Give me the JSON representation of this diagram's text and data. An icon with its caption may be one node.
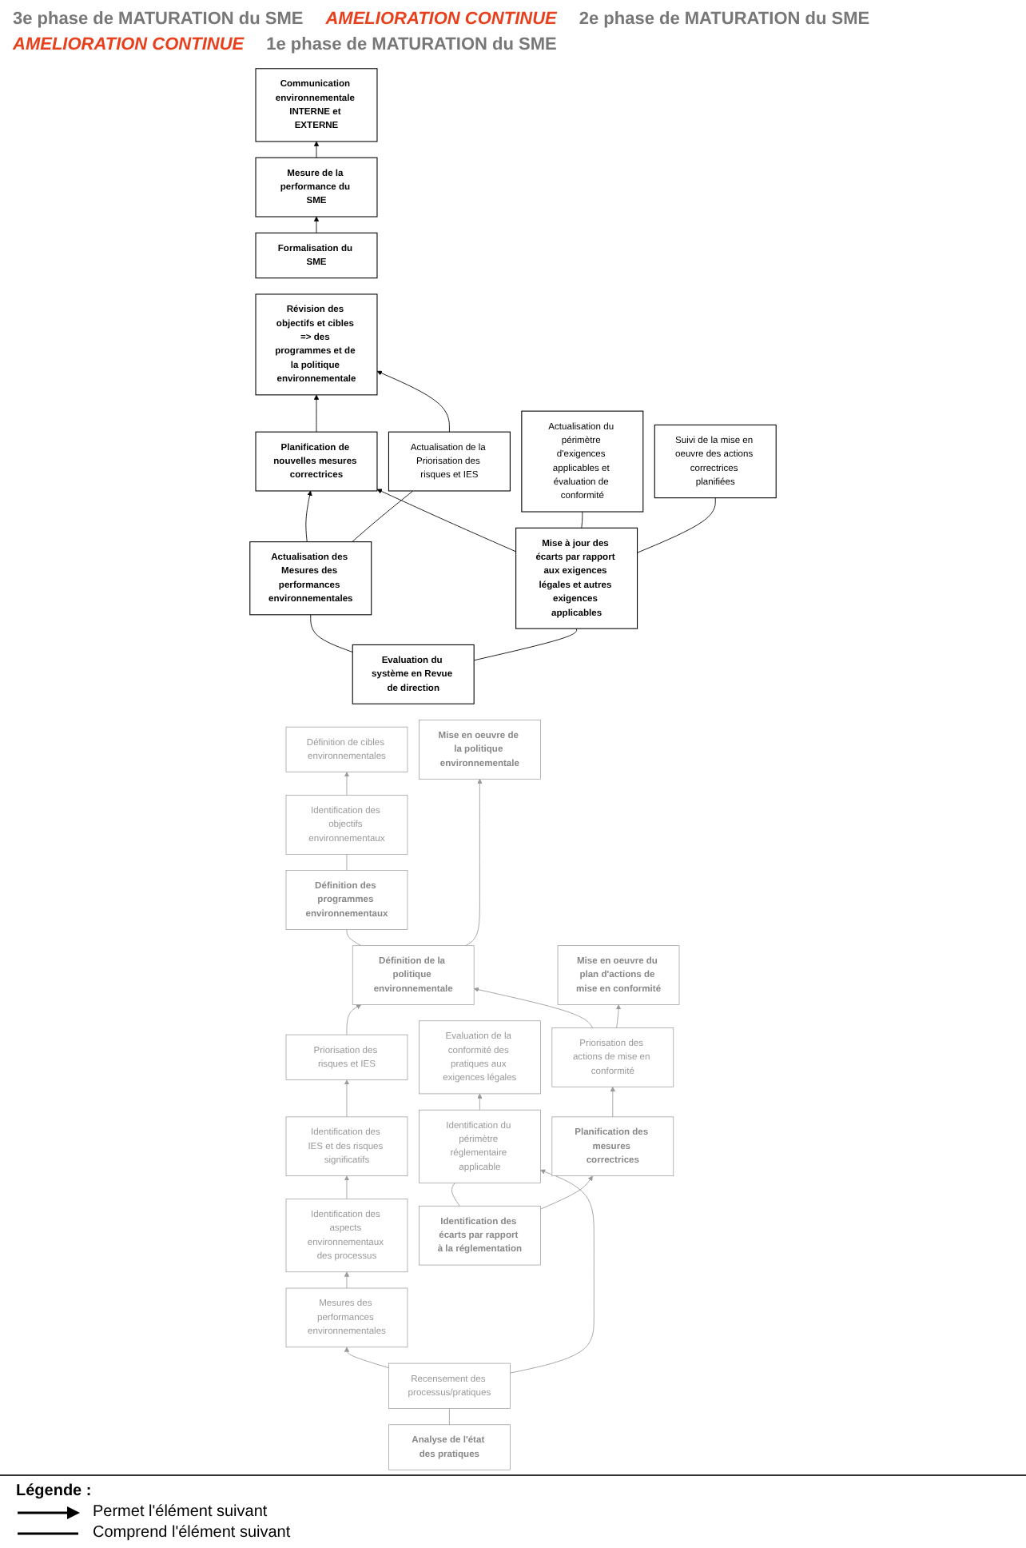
{
  "diagram": {
    "nodes": [
      {
        "text": [
          "Communication environnementale INTERNE et EXTERNE"
        ]
      },
      {
        "text": [
          "Mesure de la performance du SME"
        ]
      },
      {
        "text": [
          "Formalisation du SME"
        ]
      },
      {
        "text": [
          "Révision des objectifs et cibles => des programmes et de la politique environnementale"
        ]
      },
      {
        "text": [
          "Planification de nouvelles mesures correctrices"
        ]
      },
      {
        "text": [
          "Actualisation du périmètre d'exigences applicables et évaluation de conformité"
        ]
      },
      {
        "text": [
          "Suivi de la mise en oeuvre des actions correctrices planifiées"
        ]
      },
      {
        "text": [
          "Actualisation de la Priorisation des risques et IES"
        ]
      },
      {
        "text": [
          "Actualisation des Mesures des performances environnementales"
        ]
      },
      {
        "text": [
          "Mise à jour des écarts par rapport aux exigences légales et autres exigences applicables"
        ]
      },
      {
        "text": [
          "Evaluation du système en Revue de direction"
        ]
      },
      {
        "text": [
          "Définition de cibles environnementales"
        ]
      },
      {
        "text": [
          "Priorisation des risques et IES"
        ]
      },
      {
        "text": [
          "Identification des objectifs environnementaux"
        ]
      },
      {
        "text": [
          "Mise en oeuvre de la politique environnementale"
        ]
      },
      {
        "text": [
          "Identification des IES et des risques significatifs"
        ]
      },
      {
        "text": [
          "Définition des programmes environnementaux"
        ]
      },
      {
        "text": [
          "Identification des aspects environnementaux des processus"
        ]
      },
      {
        "text": [
          "Définition de la politique environnementale"
        ]
      },
      {
        "text": [
          "Evaluation de la conformité des pratiques aux exigences légales"
        ]
      },
      {
        "text": [
          "Mise en oeuvre du plan d'actions de mise en conformité"
        ]
      },
      {
        "text": [
          "Mesures des performances environnementales"
        ]
      },
      {
        "text": [
          "Identification du périmètre réglementaire applicable"
        ]
      },
      {
        "text": [
          "Recensement des processus/pratiques"
        ]
      },
      {
        "text": [
          "Priorisation des actions de mise en conformité"
        ]
      },
      {
        "text": [
          "Analyse de l'état des pratiques"
        ]
      },
      {
        "text": [
          "Identification des écarts par rapport à la réglementation"
        ]
      },
      {
        "text": [
          "Planification des mesures correctrices"
        ]
      }
    ],
    "edges": [
      {
        "from": 1,
        "to": 0,
        "arrow": "to",
        "color": "#000000"
      },
      {
        "from": 2,
        "to": 1,
        "arrow": "to",
        "color": "#000000"
      },
      {
        "from": 4,
        "to": 3,
        "arrow": "to",
        "color": "#000000"
      },
      {
        "from": 7,
        "to": 3,
        "arrow": "to",
        "color": "#000000"
      },
      {
        "from": 8,
        "to": 4,
        "arrow": "to",
        "color": "#000000"
      },
      {
        "from": 9,
        "to": 4,
        "arrow": "to",
        "color": "#000000"
      },
      {
        "from": 9,
        "to": 5,
        "arrow": "none",
        "color": "#000000"
      },
      {
        "from": 9,
        "to": 6,
        "arrow": "none",
        "color": "#000000"
      },
      {
        "from": 8,
        "to": 7,
        "arrow": "none",
        "color": "#000000"
      },
      {
        "from": 10,
        "to": 8,
        "arrow": "none",
        "color": "#000000"
      },
      {
        "from": 10,
        "to": 9,
        "arrow": "none",
        "color": "#000000"
      },
      {
        "from": 13,
        "to": 11,
        "arrow": "to"
      },
      {
        "from": 16,
        "to": 13,
        "arrow": "none"
      },
      {
        "from": 18,
        "to": 16,
        "arrow": "none"
      },
      {
        "from": 15,
        "to": 12,
        "arrow": "to"
      },
      {
        "from": 17,
        "to": 15,
        "arrow": "to"
      },
      {
        "from": 12,
        "to": 18,
        "arrow": "to"
      },
      {
        "from": 18,
        "to": 14,
        "arrow": "to"
      },
      {
        "from": 24,
        "to": 18,
        "arrow": "to"
      },
      {
        "from": 21,
        "to": 17,
        "arrow": "to"
      },
      {
        "from": 23,
        "to": 21,
        "arrow": "to"
      },
      {
        "from": 25,
        "to": 23,
        "arrow": "none"
      },
      {
        "from": 23,
        "to": 22,
        "arrow": "to"
      },
      {
        "from": 22,
        "to": 19,
        "arrow": "to"
      },
      {
        "from": 26,
        "to": 22,
        "arrow": "none"
      },
      {
        "from": 26,
        "to": 27,
        "arrow": "to"
      },
      {
        "from": 27,
        "to": 24,
        "arrow": "to"
      },
      {
        "from": 24,
        "to": 20,
        "arrow": "to"
      }
    ],
    "labels": [
      "3e phase de MATURATION du SME",
      "AMELIORATION CONTINUE",
      "2e phase de MATURATION du SME",
      "AMELIORATION CONTINUE",
      "1e phase de MATURATION du SME",
      "Légende :"
    ],
    "legend": [
      {
        "text": "Permet l'élément suivant"
      },
      {
        "text": "Comprend l'élément suivant"
      }
    ]
  }
}
